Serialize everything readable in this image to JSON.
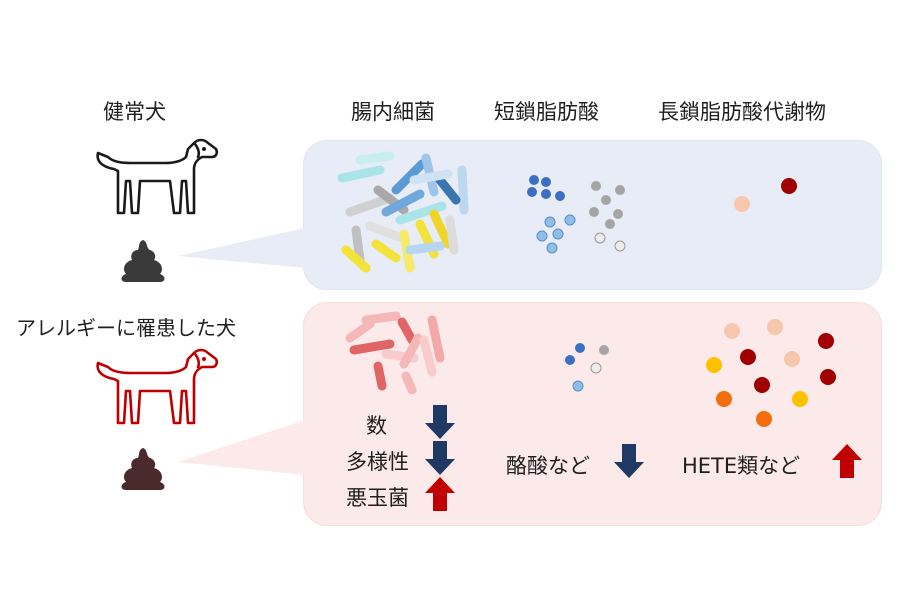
{
  "headers": {
    "healthy_dog": "健常犬",
    "gut_bacteria": "腸内細菌",
    "scfa": "短鎖脂肪酸",
    "lcfa_metabolites": "長鎖脂肪酸代謝物"
  },
  "allergic_dog_label": "アレルギーに罹患した犬",
  "allergic_findings": {
    "bacteria": [
      {
        "label": "数",
        "direction": "down"
      },
      {
        "label": "多様性",
        "direction": "down"
      },
      {
        "label": "悪玉菌",
        "direction": "up"
      }
    ],
    "scfa": {
      "label": "酪酸など",
      "direction": "down"
    },
    "lcfa": {
      "label": "HETE類など",
      "direction": "up"
    }
  },
  "colors": {
    "healthy_panel": "#e7ecf6",
    "allergic_panel": "#fce9e9",
    "arrow_down": "#1f3864",
    "arrow_up": "#c00000",
    "healthy_dog_outline": "#1a1a1a",
    "allergic_dog_outline": "#c00000"
  },
  "icons": [
    "dog-icon",
    "poop-icon",
    "bacteria-icon",
    "molecule-dot-icon",
    "arrow-down-icon",
    "arrow-up-icon"
  ]
}
